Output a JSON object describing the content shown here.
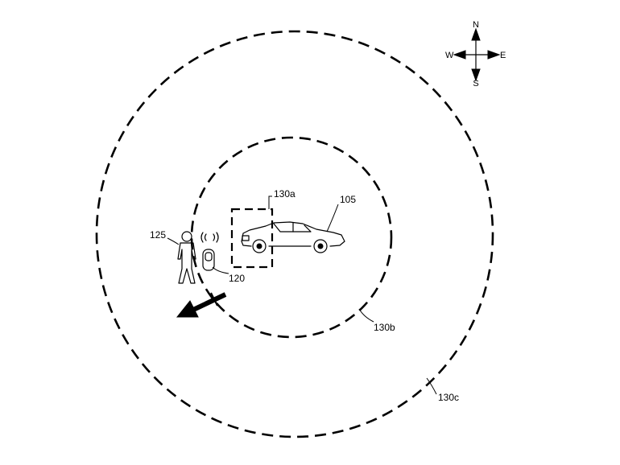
{
  "compass": {
    "north": "N",
    "south": "S",
    "east": "E",
    "west": "W"
  },
  "labels": {
    "vehicle": "105",
    "person": "125",
    "device": "120",
    "zone_a": "130a",
    "zone_b": "130b",
    "zone_c": "130c"
  },
  "icons": {
    "compass": "compass-rose-icon",
    "vehicle": "car-icon",
    "person": "person-icon",
    "device": "key-fob-icon",
    "signal": "wireless-signal-icon",
    "direction": "arrow-southwest-icon"
  }
}
